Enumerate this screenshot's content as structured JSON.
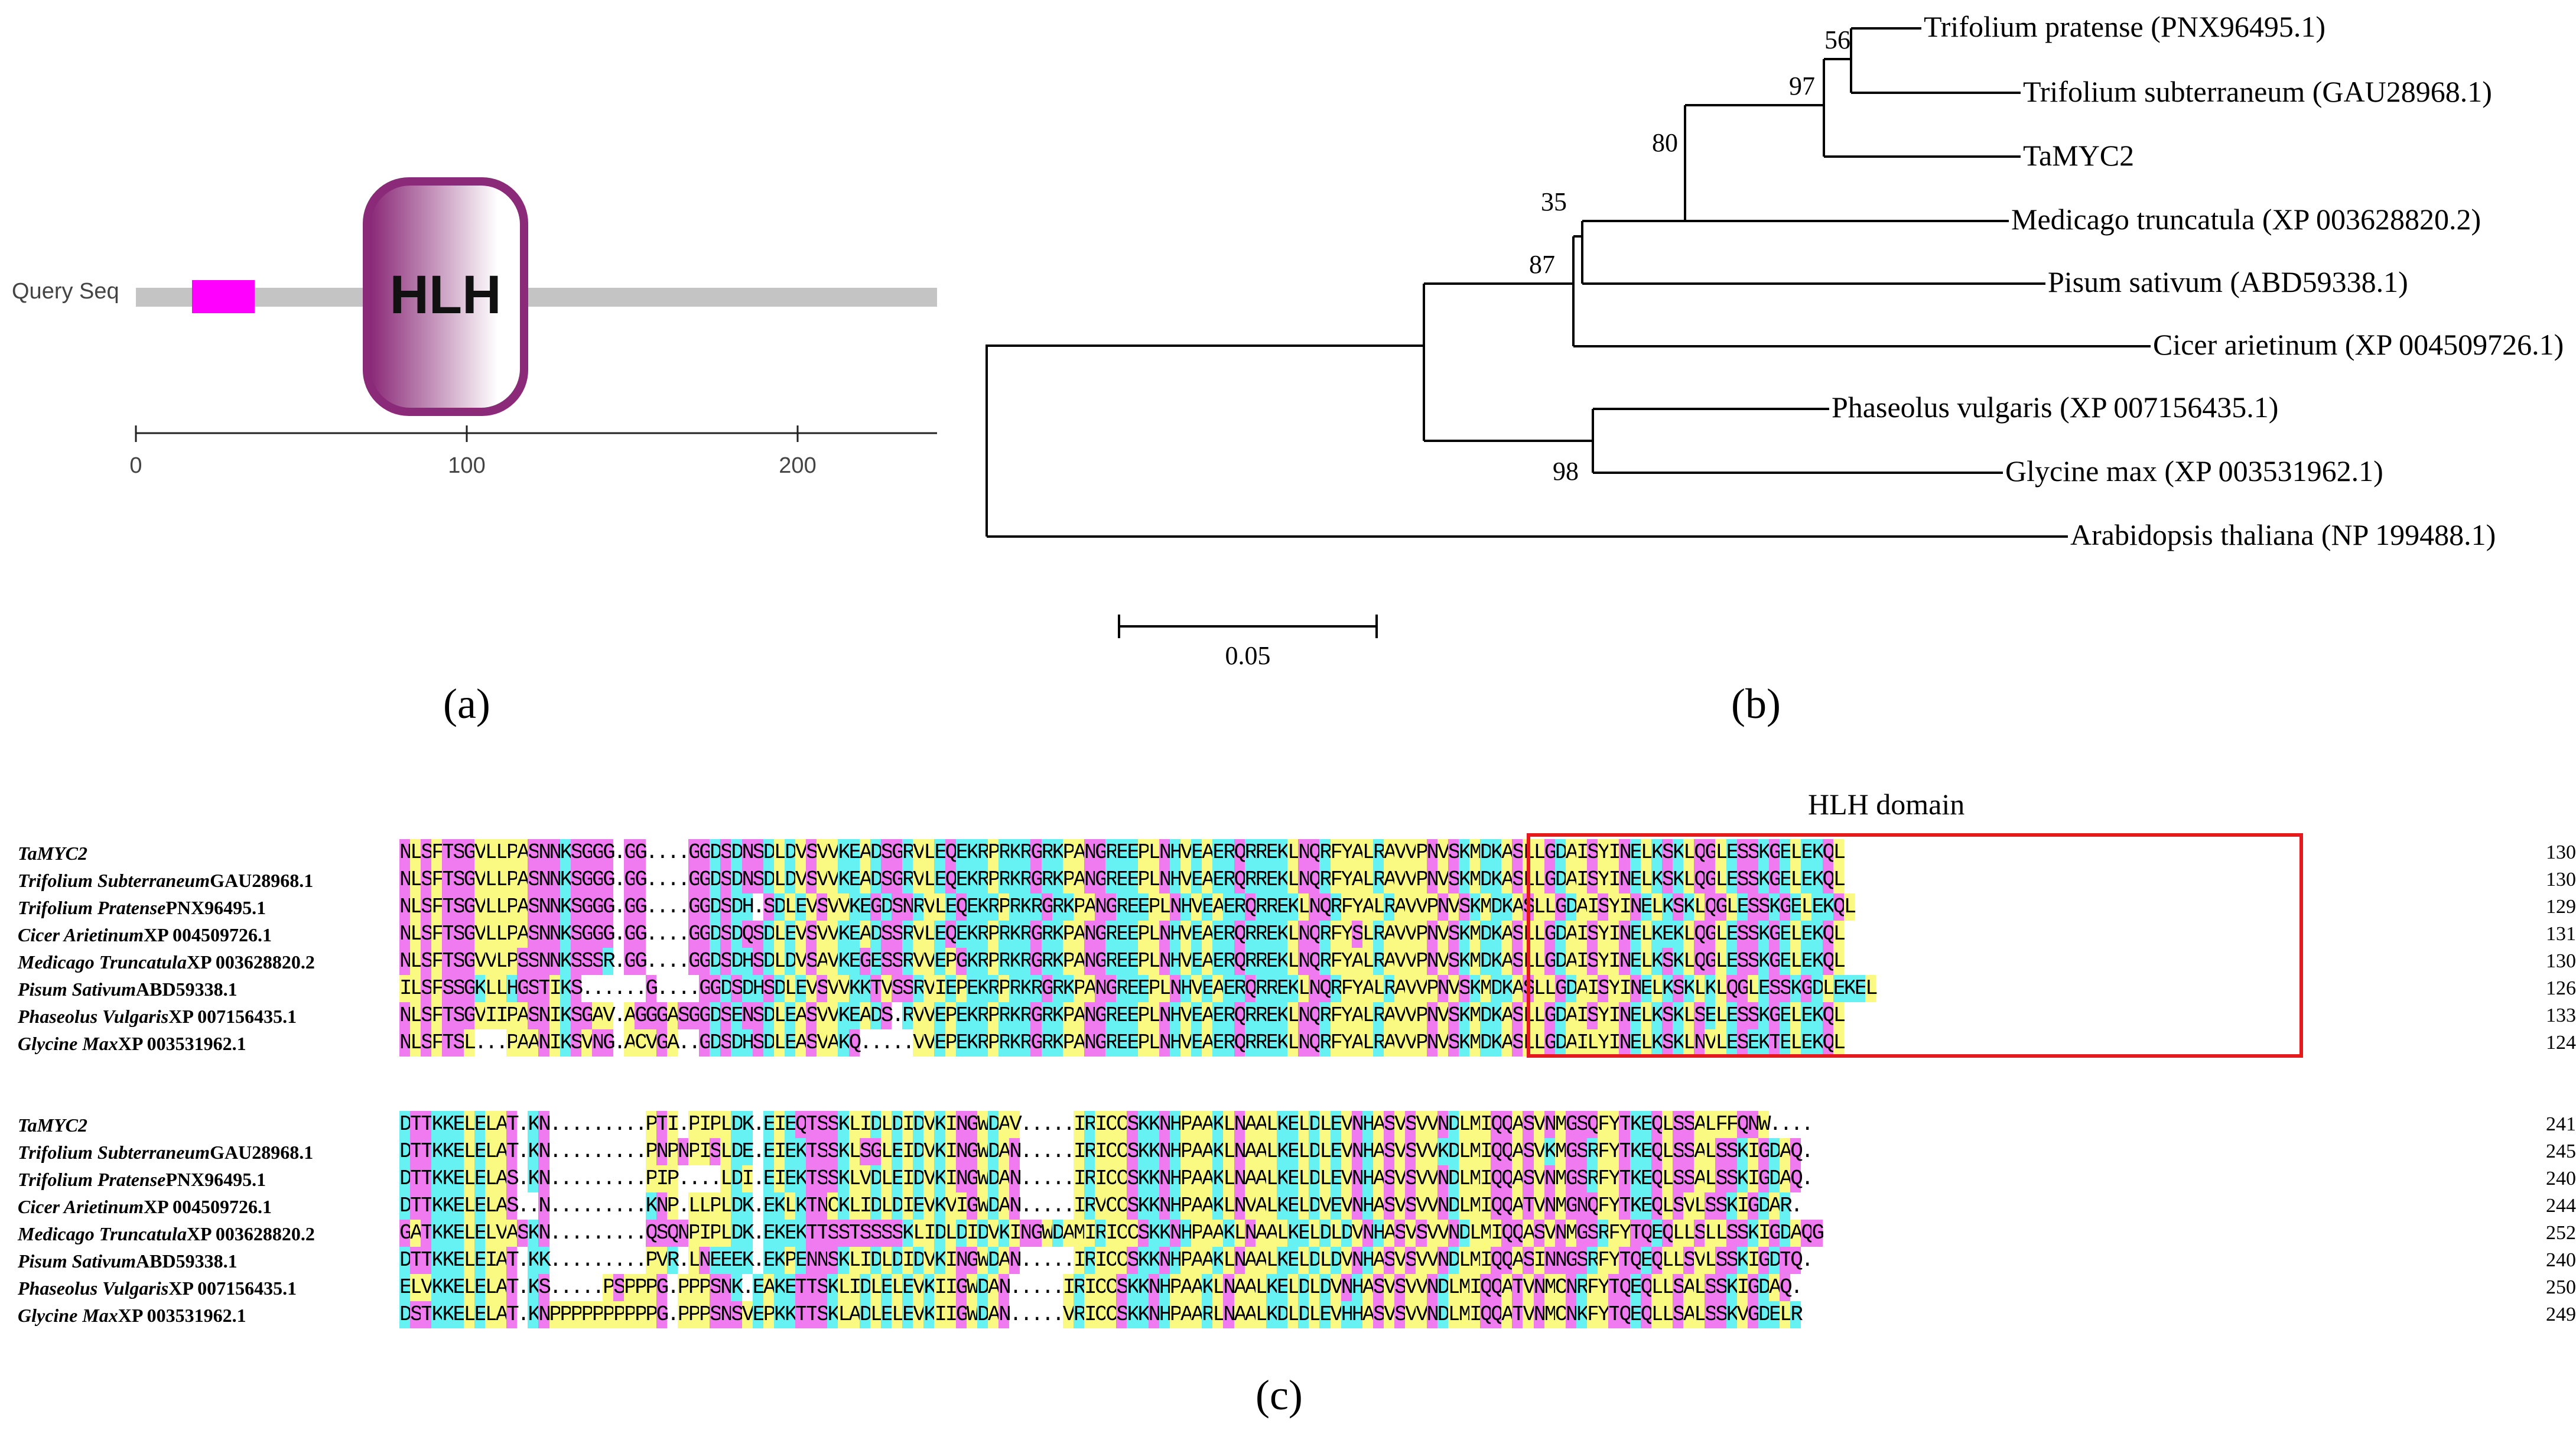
{
  "panel_a": {
    "label": "(a)",
    "track_label": "Query Seq",
    "domain_name": "HLH",
    "ruler_ticks": [
      "0",
      "100",
      "200"
    ],
    "colors": {
      "track": "#c4c4c4",
      "motif": "#ff00ff",
      "domain_dark": "#8b2a78",
      "domain_light": "#ffffff"
    }
  },
  "panel_b": {
    "label": "(b)",
    "scale_label": "0.05",
    "taxa": [
      "Trifolium pratense (PNX96495.1)",
      "Trifolium subterraneum (GAU28968.1)",
      "TaMYC2",
      "Medicago truncatula (XP 003628820.2)",
      "Pisum sativum (ABD59338.1)",
      "Cicer arietinum (XP 004509726.1)",
      "Phaseolus vulgaris (XP 007156435.1)",
      "Glycine max (XP 003531962.1)",
      "Arabidopsis thaliana (NP 199488.1)"
    ],
    "bootstrap": [
      "56",
      "97",
      "80",
      "35",
      "87",
      "98"
    ]
  },
  "panel_c": {
    "label": "(c)",
    "domain_title": "HLH domain",
    "colors": {
      "cyan": "#66f2f2",
      "magenta": "#f07af0",
      "yellow": "#fafa82",
      "box": "#e41a1c"
    },
    "block1": {
      "rows": [
        {
          "name_i": "TaMYC2",
          "name_r": "",
          "seq": "NLSFTSGVLLPASNNKSGGG.GG....GGDSDNSDLDVSVVKEADSGRVLEQEKRPRKRGRKPANGREEPLNHVEAERQRREKLNQRFYALRAVVPNVSKMDKASLLGDAISYINELKSKLQGLESSKGELEKQL",
          "num": "130"
        },
        {
          "name_i": "Trifolium Subterraneum",
          "name_r": "GAU28968.1",
          "seq": "NLSFTSGVLLPASNNKSGGG.GG....GGDSDNSDLDVSVVKEADSGRVLEQEKRPRKRGRKPANGREEPLNHVEAERQRREKLNQRFYALRAVVPNVSKMDKASLLGDAISYINELKSKLQGLESSKGELEKQL",
          "num": "130"
        },
        {
          "name_i": "Trifolium Pratense",
          "name_r": "PNX96495.1",
          "seq": "NLSFTSGVLLPASNNKSGGG.GG....GGDSDH.SDLEVSVVKEGDSNRVLEQEKRPRKRGRKPANGREEPLNHVEAERQRREKLNQRFYALRAVVPNVSKMDKASLLGDAISYINELKSKLQGLESSKGELEKQL",
          "num": "129"
        },
        {
          "name_i": "Cicer Arietinum",
          "name_r": "XP 004509726.1",
          "seq": "NLSFTSGVLLPASNNKSGGG.GG....GGDSDQSDLEVSVVKEADSSRVLEQEKRPRKRGRKPANGREEPLNHVEAERQRREKLNQRFYSLRAVVPNVSKMDKASLLGDAISYINELKEKLQGLESSKGELEKQL",
          "num": "131"
        },
        {
          "name_i": "Medicago Truncatula",
          "name_r": "XP 003628820.2",
          "seq": "NLSFTSGVVLPSSNNKSSSR.GG....GGDSDHSDLDVSAVKEGESSRVVEPGKRPRKRGRKPANGREEPLNHVEAERQRREKLNQRFYALRAVVPNVSKMDKASLLGDAISYINELKSKLQGLESSKGELEKQL",
          "num": "130"
        },
        {
          "name_i": "Pisum Sativum",
          "name_r": "ABD59338.1",
          "seq": "ILSFSSGKLLHGSTIKS......G....GGDSDHSDLEVSVVKKTVSSRVIEPEKRPRKRGRKPANGREEPLNHVEAERQRREKLNQRFYALRAVVPNVSKMDKASLLGDAISYINELKSKLKLQGLESSKGDLEKEL",
          "num": "126"
        },
        {
          "name_i": "Phaseolus Vulgaris",
          "name_r": "XP 007156435.1",
          "seq": "NLSFTSGVIIPASNIKSGAV.AGGGASGGDSENSDLEASVVKEADS.RVVEPEKRPRKRGRKPANGREEPLNHVEAERQRREKLNQRFYALRAVVPNVSKMDKASLLGDAISYINELKSKLSELESSKGELEKQL",
          "num": "133"
        },
        {
          "name_i": "Glycine Max",
          "name_r": "XP 003531962.1",
          "seq": "NLSFTSL...PAANIKSVNG.ACVGA..GDSDHSDLEASVAKQ.....VVEPEKRPRKRGRKPANGREEPLNHVEAERQRREKLNQRFYALRAVVPNVSKMDKASLLGDAILYINELKSKLNVLESEKTELEKQL",
          "num": "124"
        }
      ]
    },
    "block2": {
      "rows": [
        {
          "name_i": "TaMYC2",
          "name_r": "",
          "seq": "DTTKKELELAT.KN.........PTI.PIPLDK.EIEQTSSKLIDLDIDVKINGWDAV.....IRICCSKKNHPAAKLNAALKELDLEVNHASVSVVNDLMIQQASVNMGSQFYTKEQLSSALFFQNW....",
          "num": "241"
        },
        {
          "name_i": "Trifolium Subterraneum",
          "name_r": "GAU28968.1",
          "seq": "DTTKKELELAT.KN.........PNPNPISLDE.EIEKTSSKLSGLEIDVKINGWDAN.....IRICCSKKNHPAAKLNAALKELDLEVNHASVSVVKDLMIQQASVKMGSRFYTKEQLSSALSSKIGDAQ.",
          "num": "245"
        },
        {
          "name_i": "Trifolium Pratense",
          "name_r": "PNX96495.1",
          "seq": "DTTKKELELAS.KN.........PIP....LDI.EIEKTSSKLVDLEIDVKINGWDAN.....IRICCSKKNHPAAKLNAALKELDLEVNHASVSVVNDLMIQQASVNMGSRFYTKEQLSSALSSKIGDAQ.",
          "num": "240"
        },
        {
          "name_i": "Cicer Arietinum",
          "name_r": "XP 004509726.1",
          "seq": "DTTKKELELAS..N.........KNP.LLPLDK.EKLKTNCKLIDLDIEVKVIGWDAN.....IRVCCSKKNHPAAKLNVALKELDVEVNHASVSVVNDLMIQQATVNMGNQFYTKEQLSVLSSKIGDAR.",
          "num": "244"
        },
        {
          "name_i": "Medicago Truncatula",
          "name_r": "XP 003628820.2",
          "seq": "GATKKELELVASKN.........QSQNPIPLDK.EKEKTTSSTSSSSKLIDLDIDVKINGWDAMIRICCSKKNHPAAKLNAALKELDLDVNHASVSVVNDLMIQQASVNMGSRFYTQEQLLSLLSSKIGDAQG",
          "num": "252"
        },
        {
          "name_i": "Pisum Sativum",
          "name_r": "ABD59338.1",
          "seq": "DTTKKELEIAT.KK.........PVR.LNEEEK.EKPENNSKLIDLDIDVKINGWDAN.....IRICCSKKNHPAAKLNAALKELDLDVNHASVSVVNDLMIQQASINNGSRFYTQEQLLSVLSSKIGDTQ.",
          "num": "240"
        },
        {
          "name_i": "Phaseolus Vulgaris",
          "name_r": "XP 007156435.1",
          "seq": "ELVKKELELAT.KS.....PSPPPG.PPPSNK.EAKETTSKLIDLELEVKIIGWDAN.....IRICCSKKNHPAAKLNAALKELDLDVNHASVSVVNDLMIQQATVNMCNRFYTQEQLLSALSSKIGDAQ.",
          "num": "250"
        },
        {
          "name_i": "Glycine Max",
          "name_r": "XP 003531962.1",
          "seq": "DSTKKELELAT.KNPPPPPPPPPPG.PPPSNSVEPKKTTSKLADLELEVKIIGWDAN.....VRICCSKKNHPAARLNAALKDLDLEVHHASVSVVNDLMIQQATVNMCNKFYTQEQLLSALSSKVGDELR",
          "num": "249"
        }
      ]
    }
  }
}
